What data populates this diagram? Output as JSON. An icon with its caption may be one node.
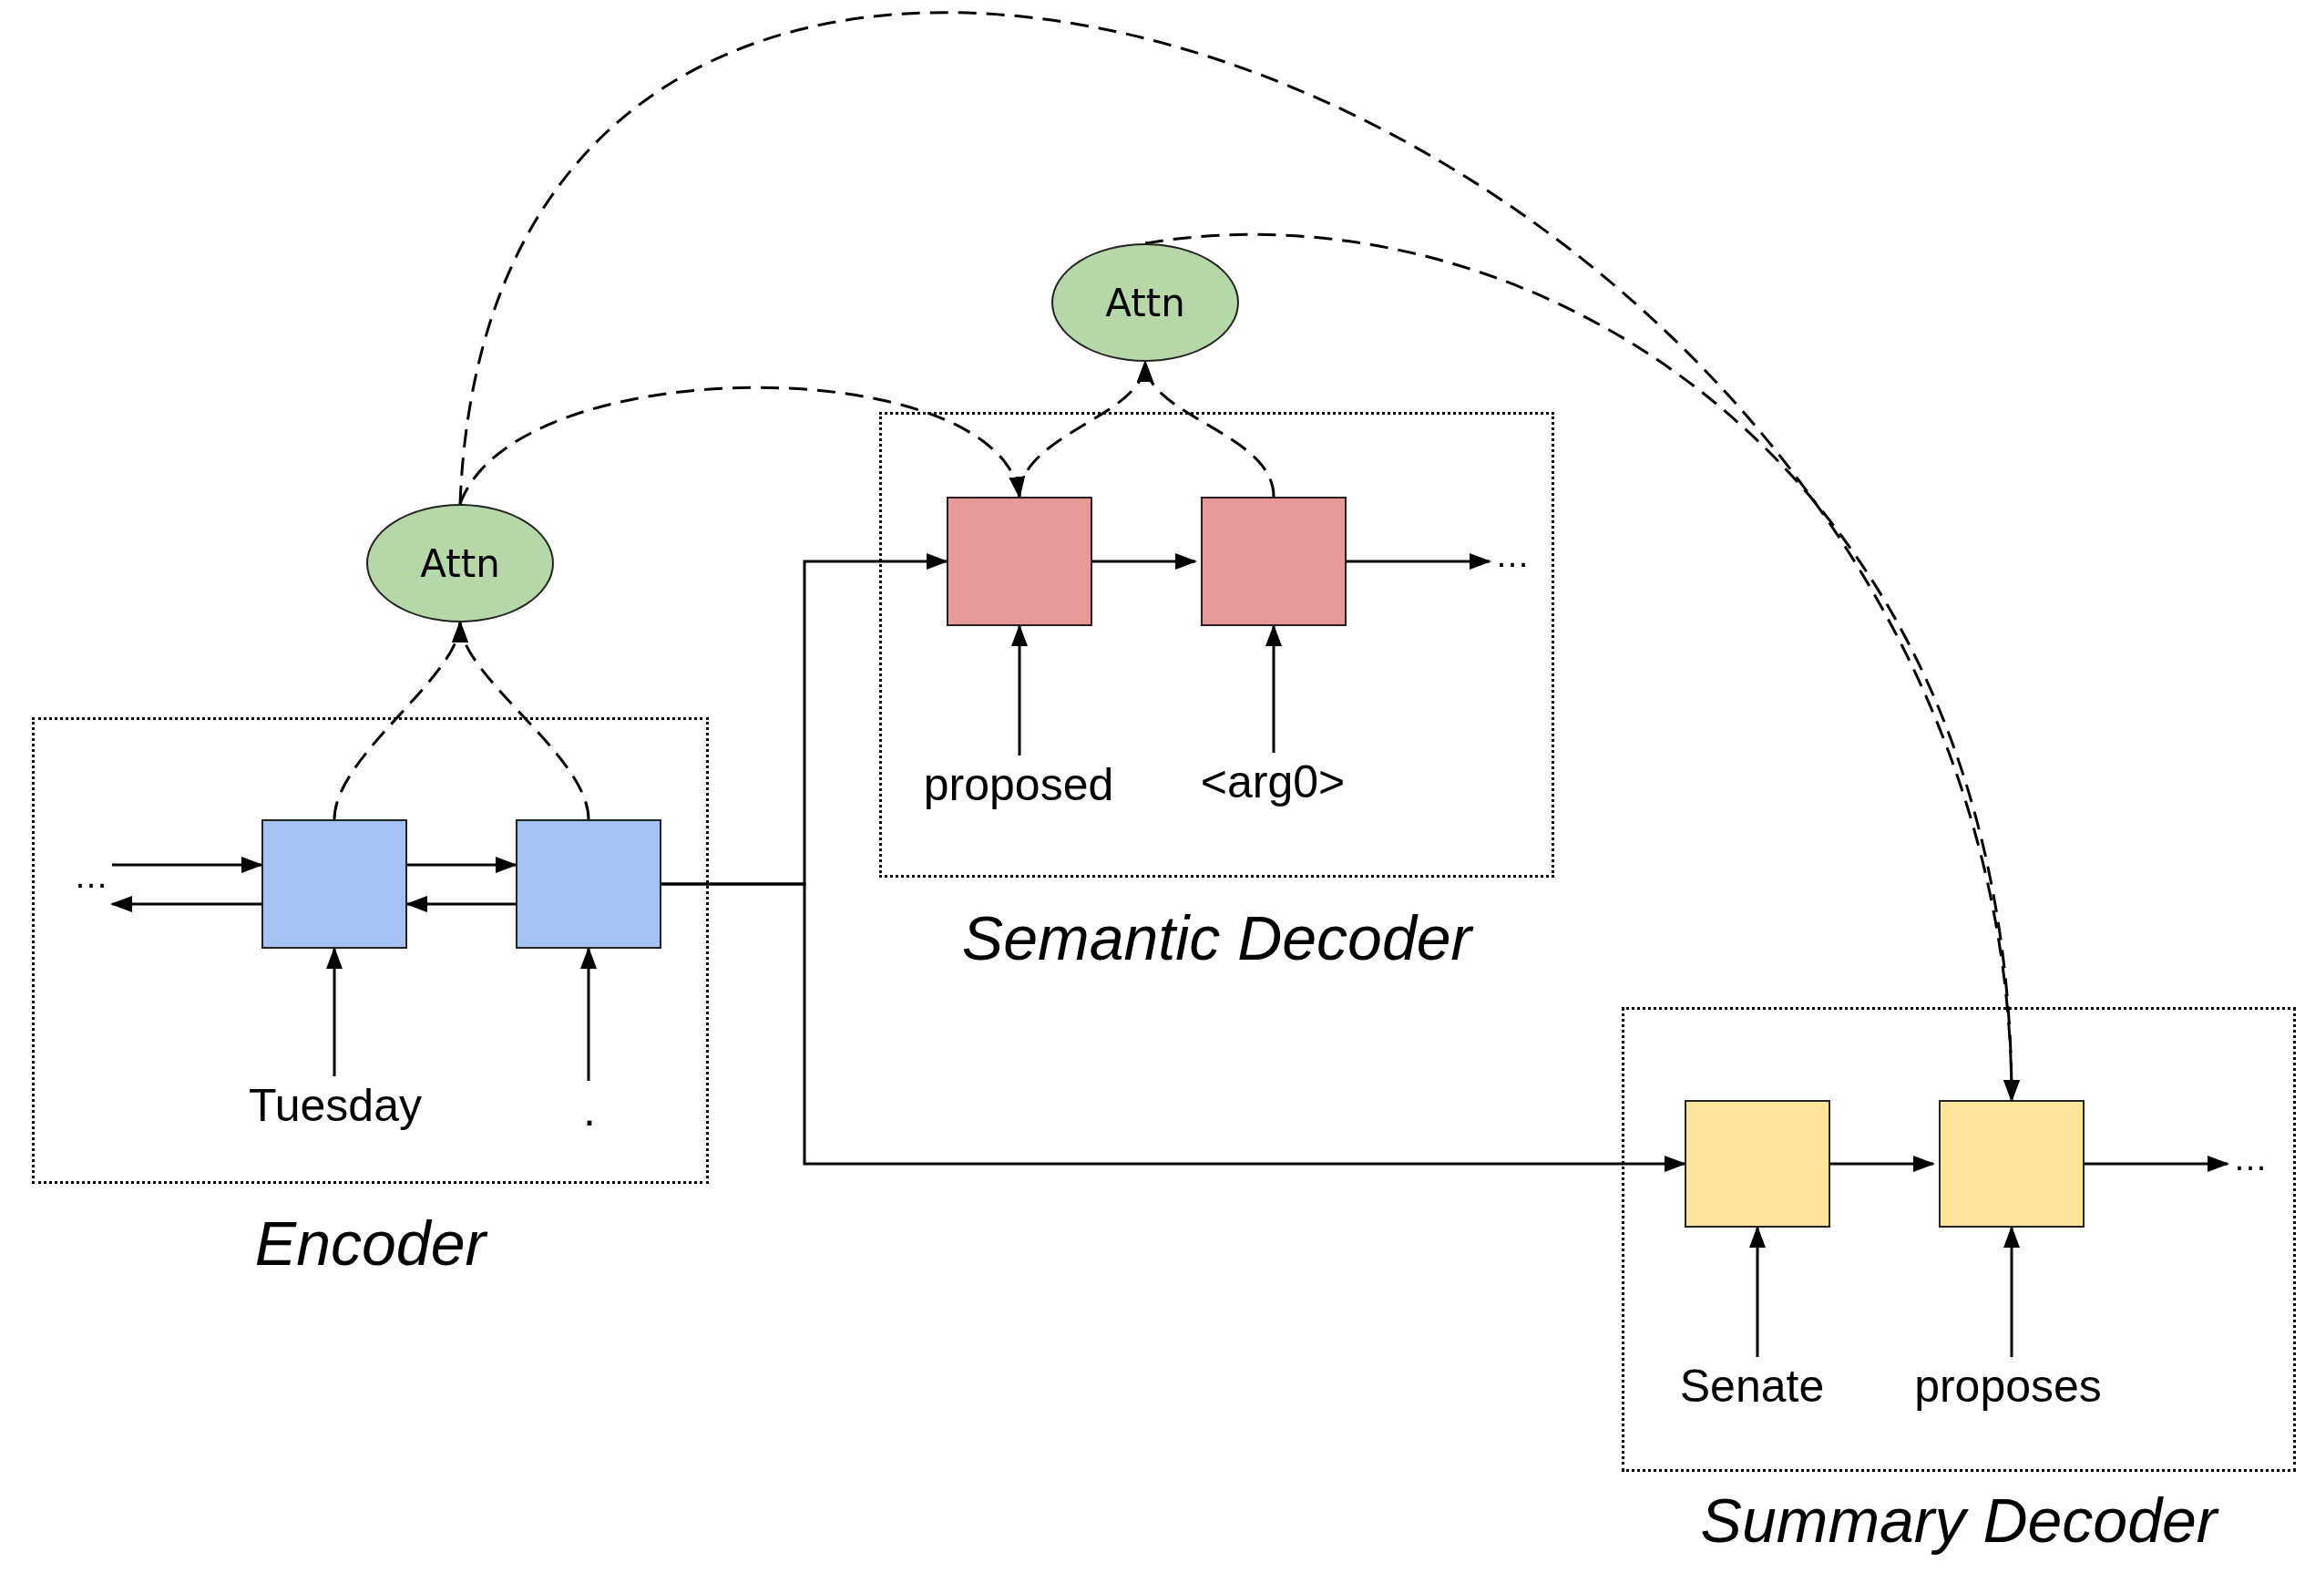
{
  "diagram": {
    "nodes": [
      {
        "text": [
          "Encoder"
        ]
      },
      {
        "text": [
          "…"
        ],
        "in": 0
      },
      {
        "text": [],
        "shape": "box",
        "in": 0
      },
      {
        "text": [],
        "shape": "box",
        "in": 0
      },
      {
        "text": [
          "Tuesday"
        ],
        "in": 0
      },
      {
        "text": [
          "."
        ],
        "in": 0
      },
      {
        "text": [
          "Attn"
        ]
      },
      {
        "text": [
          "Semantic Decoder"
        ]
      },
      {
        "text": [],
        "shape": "box",
        "in": 7
      },
      {
        "text": [],
        "shape": "box",
        "in": 7
      },
      {
        "text": [
          "…"
        ],
        "in": 7
      },
      {
        "text": [
          "proposed"
        ],
        "in": 7
      },
      {
        "text": [
          "<arg0>"
        ],
        "in": 7
      },
      {
        "text": [
          "Attn"
        ]
      },
      {
        "text": [
          "Summary Decoder"
        ]
      },
      {
        "text": [],
        "shape": "box",
        "in": 14
      },
      {
        "text": [],
        "shape": "box",
        "in": 14
      },
      {
        "text": [
          "…"
        ],
        "in": 14
      },
      {
        "text": [
          "Senate"
        ],
        "in": 14
      },
      {
        "text": [
          "proposes"
        ],
        "in": 14
      }
    ],
    "edges": [
      {
        "from": 1,
        "to": 2,
        "arrow": "to"
      },
      {
        "from": 2,
        "to": 1,
        "arrow": "to"
      },
      {
        "from": 2,
        "to": 3,
        "arrow": "to"
      },
      {
        "from": 3,
        "to": 2,
        "arrow": "to"
      },
      {
        "from": 4,
        "to": 2,
        "arrow": "to"
      },
      {
        "from": 5,
        "to": 3,
        "arrow": "to"
      },
      {
        "from": 2,
        "to": 6,
        "arrow": "to",
        "style": "dashed"
      },
      {
        "from": 3,
        "to": 6,
        "arrow": "to",
        "style": "dashed"
      },
      {
        "from": 3,
        "to": 8,
        "arrow": "to"
      },
      {
        "from": 3,
        "to": 15,
        "arrow": "to"
      },
      {
        "from": 8,
        "to": 9,
        "arrow": "to"
      },
      {
        "from": 9,
        "to": 10,
        "arrow": "to"
      },
      {
        "from": 11,
        "to": 8,
        "arrow": "to"
      },
      {
        "from": 12,
        "to": 9,
        "arrow": "to"
      },
      {
        "from": 8,
        "to": 13,
        "arrow": "to",
        "style": "dashed"
      },
      {
        "from": 9,
        "to": 13,
        "arrow": "to",
        "style": "dashed"
      },
      {
        "from": 6,
        "to": 8,
        "arrow": "to",
        "style": "dashed"
      },
      {
        "from": 6,
        "to": 16,
        "arrow": "to",
        "style": "dashed"
      },
      {
        "from": 13,
        "to": 16,
        "arrow": "to",
        "style": "dashed"
      },
      {
        "from": 15,
        "to": 16,
        "arrow": "to"
      },
      {
        "from": 16,
        "to": 17,
        "arrow": "to"
      },
      {
        "from": 18,
        "to": 15,
        "arrow": "to"
      },
      {
        "from": 19,
        "to": 16,
        "arrow": "to"
      }
    ]
  }
}
